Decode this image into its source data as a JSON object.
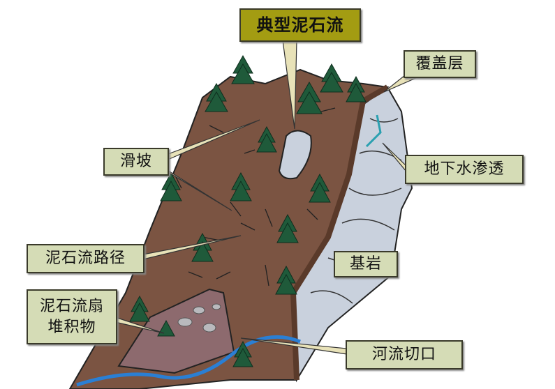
{
  "labels": {
    "typical_debris_flow": "典型泥石流",
    "overburden": "覆盖层",
    "landslide": "滑坡",
    "groundwater_seepage": "地下水渗透",
    "debris_flow_path": "泥石流路径",
    "bedrock": "基岩",
    "fan_line1": "泥石流扇",
    "fan_line2": "堆积物",
    "river_incision": "河流切口"
  },
  "colors": {
    "title_box": "#a39c12",
    "label_box": "#d5dcb6",
    "soil": "#7b5442",
    "rock": "#c9d1dd",
    "tree": "#1f5a3a",
    "river": "#2a7fd4"
  }
}
